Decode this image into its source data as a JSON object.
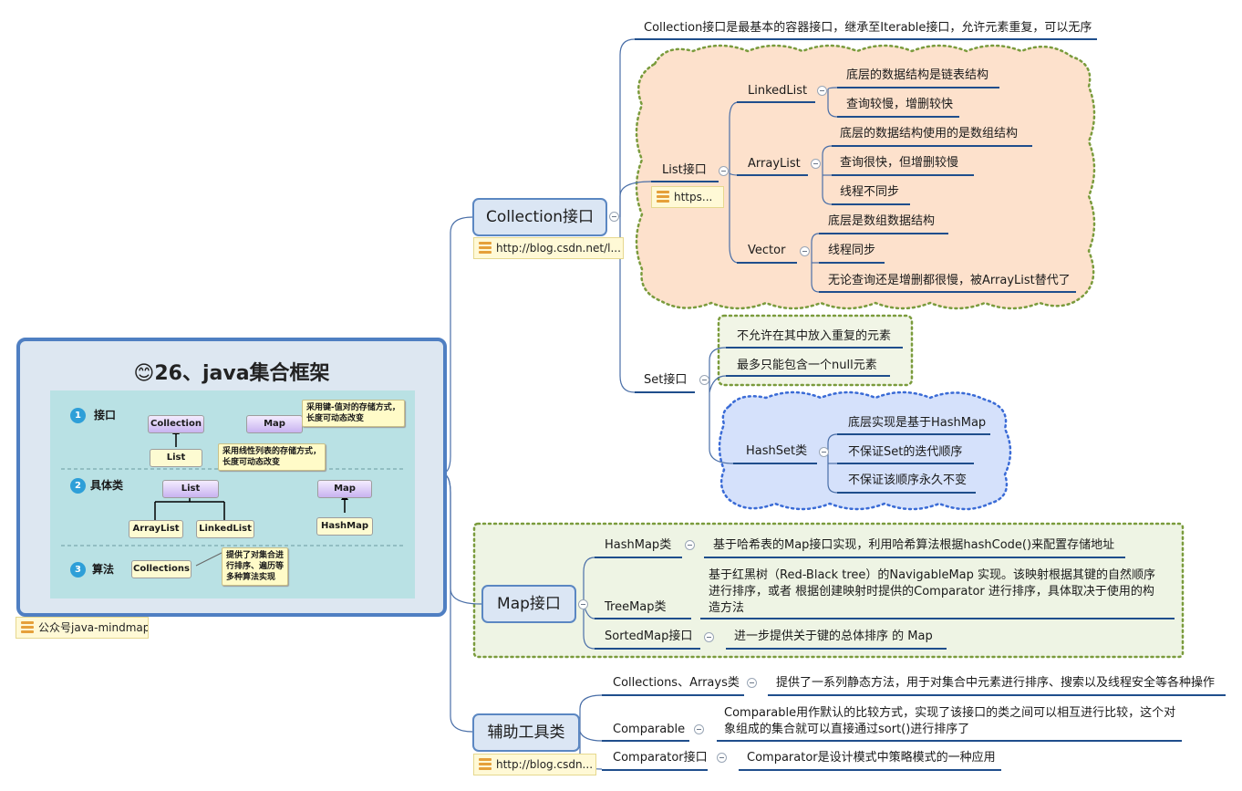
{
  "central": {
    "title": "26、java集合框架",
    "emoji": "😊",
    "note": "公众号java-mindmap",
    "image": {
      "sections": [
        {
          "num": "1",
          "label": "接口"
        },
        {
          "num": "2",
          "label": "具体类"
        },
        {
          "num": "3",
          "label": "算法"
        }
      ],
      "boxes": {
        "collection": "Collection",
        "map1": "Map",
        "list1": "List",
        "list2": "List",
        "map2": "Map",
        "arraylist": "ArrayList",
        "linkedlist": "LinkedList",
        "hashmap": "HashMap",
        "collections": "Collections"
      },
      "callouts": {
        "map": "采用键-值对的存储方式，\n长度可动态改变",
        "list": "采用线性列表的存储方式，\n长度可动态改变",
        "algo": "提供了对集合进\n行排序、遍历等\n多种算法实现"
      }
    }
  },
  "collection": {
    "label": "Collection接口",
    "note": "http://blog.csdn.net/l...",
    "desc": "Collection接口是最基本的容器接口，继承至Iterable接口，允许元素重复，可以无序",
    "list": {
      "label": "List接口",
      "note": "https...",
      "linkedlist": {
        "label": "LinkedList",
        "items": [
          "底层的数据结构是链表结构",
          "查询较慢，增删较快"
        ]
      },
      "arraylist": {
        "label": "ArrayList",
        "items": [
          "底层的数据结构使用的是数组结构",
          "查询很快，但增删较慢",
          "线程不同步"
        ]
      },
      "vector": {
        "label": "Vector",
        "items": [
          "底层是数组数据结构",
          "线程同步",
          "无论查询还是增删都很慢，被ArrayList替代了"
        ]
      }
    },
    "set": {
      "label": "Set接口",
      "items": [
        "不允许在其中放入重复的元素",
        "最多只能包含一个null元素"
      ],
      "hashset": {
        "label": "HashSet类",
        "items": [
          "底层实现是基于HashMap",
          "不保证Set的迭代顺序",
          "不保证该顺序永久不变"
        ]
      }
    }
  },
  "map": {
    "label": "Map接口",
    "hashmap": {
      "label": "HashMap类",
      "desc": "基于哈希表的Map接口实现，利用哈希算法根据hashCode()来配置存储地址"
    },
    "treemap": {
      "label": "TreeMap类",
      "desc": "基于红黑树（Red-Black tree）的NavigableMap 实现。该映射根据其键的自然顺序进行排序，或者 根据创建映射时提供的Comparator 进行排序，具体取决于使用的构造方法"
    },
    "sortedmap": {
      "label": "SortedMap接口",
      "desc": "进一步提供关于键的总体排序 的 Map"
    }
  },
  "tools": {
    "label": "辅助工具类",
    "note": "http://blog.csdn...",
    "collections": {
      "label": "Collections、Arrays类",
      "desc": "提供了一系列静态方法，用于对集合中元素进行排序、搜索以及线程安全等各种操作"
    },
    "comparable": {
      "label": "Comparable",
      "desc": "Comparable用作默认的比较方式，实现了该接口的类之间可以相互进行比较，这个对象组成的集合就可以直接通过sort()进行排序了"
    },
    "comparator": {
      "label": "Comparator接口",
      "desc": "Comparator是设计模式中策略模式的一种应用"
    }
  },
  "colors": {
    "branch_line": "#1f4e8c",
    "node_fill": "#dbe6f4",
    "node_border": "#5b87c2",
    "list_cloud": "#fde1cc",
    "set_cloud": "#f1f5e6",
    "hashset_cloud": "#d5e1fb",
    "map_boundary": "#eef4e4"
  }
}
